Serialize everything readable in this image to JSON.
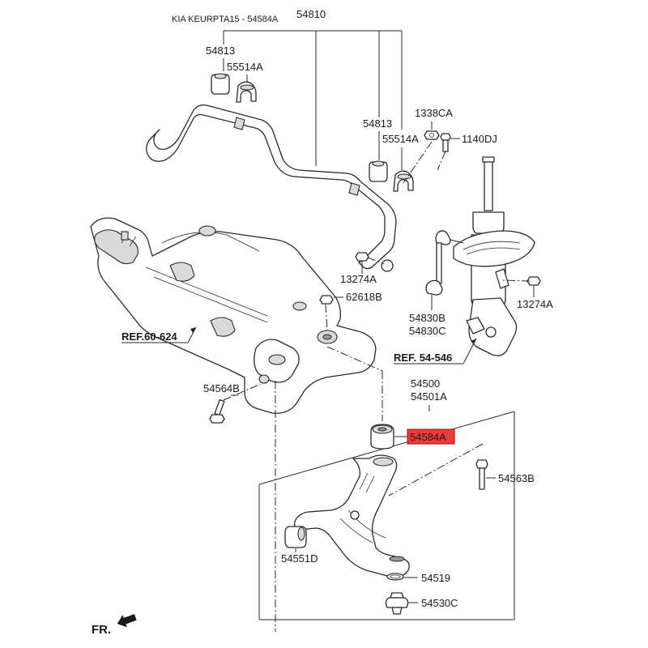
{
  "title": "KIA KEURPTA15 - 54584A",
  "labels": {
    "p54810": "54810",
    "p54813_left": "54813",
    "p55514a_left": "55514A",
    "p54813_right": "54813",
    "p55514a_right": "55514A",
    "p1338ca": "1338CA",
    "p1140dj": "1140DJ",
    "p13274a_left": "13274A",
    "p13274a_right": "13274A",
    "p62618b": "62618B",
    "p54830b": "54830B",
    "p54830c": "54830C",
    "p54564b": "54564B",
    "p54500": "54500",
    "p54501a": "54501A",
    "p54584a": "54584A",
    "p54563b": "54563B",
    "p54551d": "54551D",
    "p54519": "54519",
    "p54530c": "54530C"
  },
  "refs": {
    "ref_60_624": "REF.60-624",
    "ref_54_546": "REF. 54-546"
  },
  "front_label": "FR.",
  "colors": {
    "highlight_fill": "#f03a3a",
    "highlight_stroke": "#9a1010",
    "line": "#2a2a2a"
  }
}
